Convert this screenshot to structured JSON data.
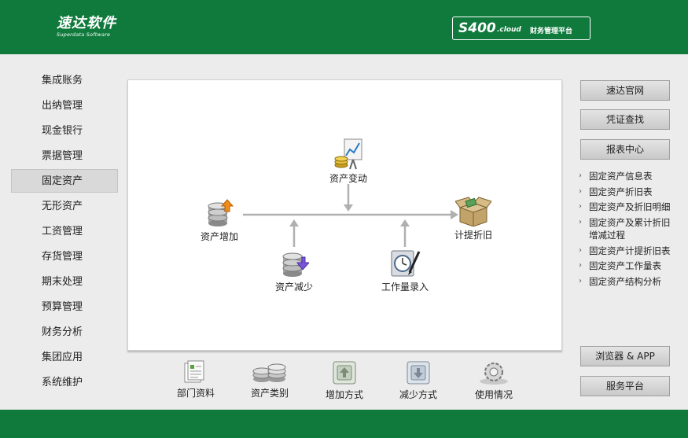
{
  "header": {
    "logo_main": "速达软件",
    "logo_sub": "Superdata Software",
    "product": "S400",
    "product_suffix": ".cloud",
    "platform": "财务管理平台"
  },
  "sidebar": {
    "items": [
      {
        "label": "集成账务"
      },
      {
        "label": "出纳管理"
      },
      {
        "label": "现金银行"
      },
      {
        "label": "票据管理"
      },
      {
        "label": "固定资产",
        "active": true
      },
      {
        "label": "无形资产"
      },
      {
        "label": "工资管理"
      },
      {
        "label": "存货管理"
      },
      {
        "label": "期末处理"
      },
      {
        "label": "预算管理"
      },
      {
        "label": "财务分析"
      },
      {
        "label": "集团应用"
      },
      {
        "label": "系统维护"
      }
    ]
  },
  "flow": {
    "asset_change": "资产变动",
    "asset_add": "资产增加",
    "depreciation": "计提折旧",
    "asset_reduce": "资产减少",
    "workload": "工作量录入"
  },
  "right": {
    "website": "速达官网",
    "voucher_search": "凭证查找",
    "report_center": "报表中心",
    "reports": [
      "固定资产信息表",
      "固定资产折旧表",
      "固定资产及折旧明细",
      "固定资产及累计折旧增减过程",
      "固定资产计提折旧表",
      "固定资产工作量表",
      "固定资产结构分析"
    ],
    "browser_app": "浏览器 & APP",
    "service_platform": "服务平台"
  },
  "bottom": {
    "items": [
      "部门资料",
      "资产类别",
      "增加方式",
      "减少方式",
      "使用情况"
    ]
  },
  "colors": {
    "brand_green": "#0f7a3c",
    "background": "#ececec",
    "active_nav": "#d9d9d9"
  }
}
